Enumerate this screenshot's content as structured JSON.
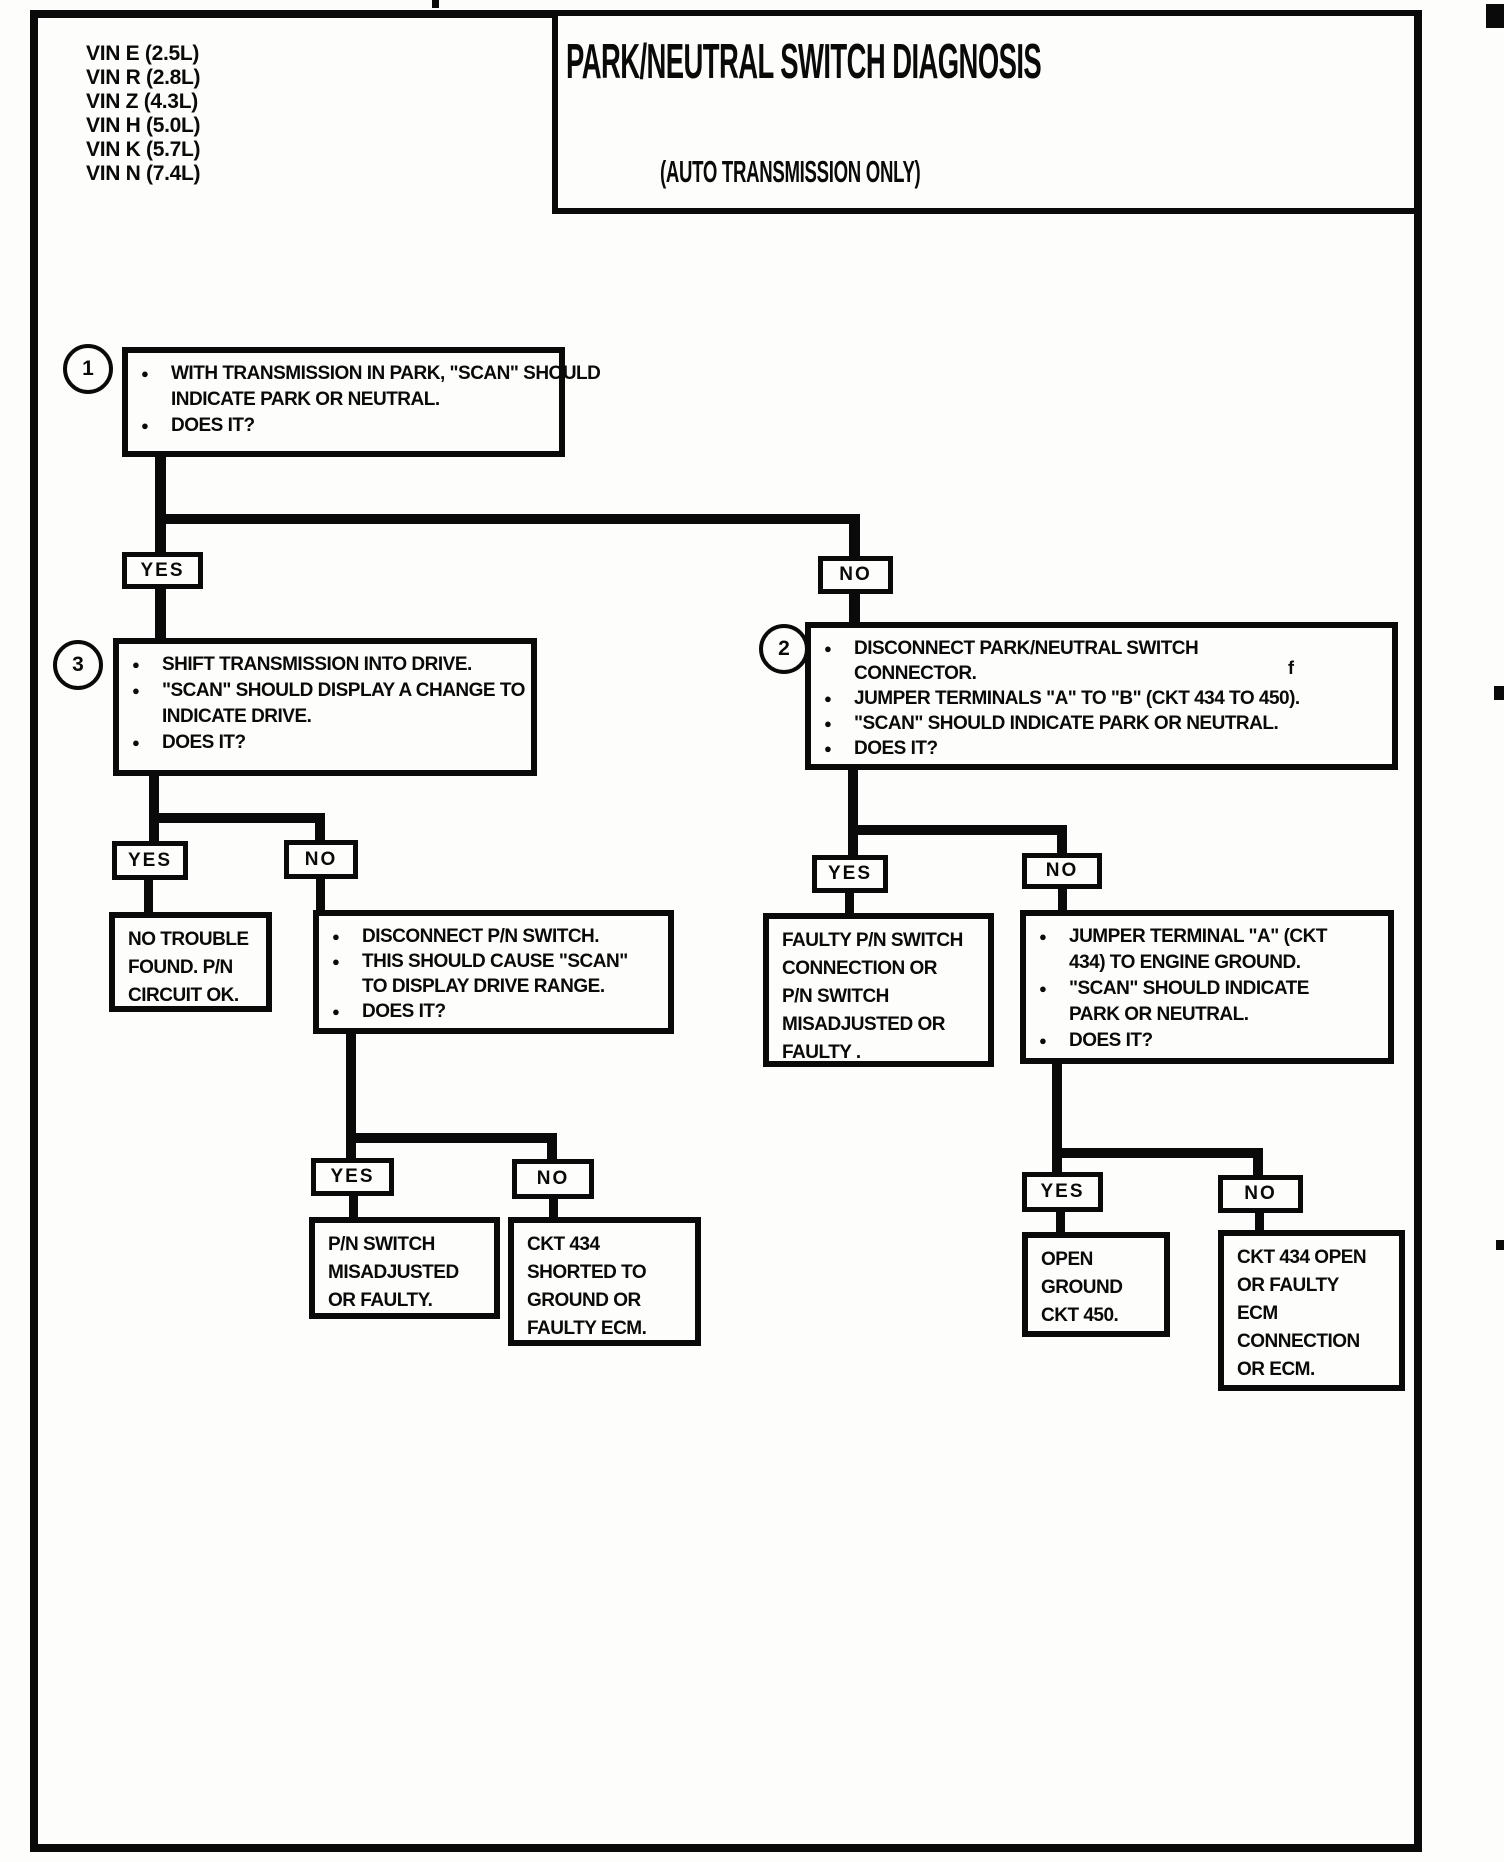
{
  "header": {
    "title": "PARK/NEUTRAL SWITCH DIAGNOSIS",
    "subtitle": "(AUTO TRANSMISSION ONLY)",
    "vin_list": [
      "VIN E (2.5L)",
      "VIN R (2.8L)",
      "VIN Z (4.3L)",
      "VIN H (5.0L)",
      "VIN K (5.7L)",
      "VIN N (7.4L)"
    ]
  },
  "labels": {
    "yes": "YES",
    "no": "NO"
  },
  "steps": {
    "step1": {
      "num": "1",
      "lines": [
        {
          "text": "WITH TRANSMISSION IN PARK, \"SCAN\" SHOULD"
        },
        {
          "text": "INDICATE PARK OR NEUTRAL."
        },
        {
          "text": "DOES IT?"
        }
      ]
    },
    "step3": {
      "num": "3",
      "lines": [
        {
          "text": "SHIFT TRANSMISSION INTO DRIVE."
        },
        {
          "text": "\"SCAN\" SHOULD DISPLAY A CHANGE TO"
        },
        {
          "text": "INDICATE DRIVE."
        },
        {
          "text": "DOES IT?"
        }
      ]
    },
    "step2": {
      "num": "2",
      "lines": [
        {
          "text": "DISCONNECT PARK/NEUTRAL SWITCH"
        },
        {
          "text": "CONNECTOR."
        },
        {
          "text": "JUMPER TERMINALS \"A\" TO \"B\" (CKT 434 TO 450)."
        },
        {
          "text": "\"SCAN\" SHOULD INDICATE PARK OR NEUTRAL."
        },
        {
          "text": "DOES IT?"
        }
      ]
    },
    "disconnect_pn": {
      "lines": [
        {
          "text": "DISCONNECT P/N SWITCH."
        },
        {
          "text": "THIS SHOULD CAUSE \"SCAN\""
        },
        {
          "text": "TO DISPLAY DRIVE RANGE."
        },
        {
          "text": "DOES IT?"
        }
      ]
    },
    "jumper_ground": {
      "lines": [
        {
          "text": "JUMPER TERMINAL \"A\" (CKT"
        },
        {
          "text": "434) TO ENGINE GROUND."
        },
        {
          "text": "\"SCAN\" SHOULD INDICATE"
        },
        {
          "text": "PARK OR NEUTRAL."
        },
        {
          "text": "DOES IT?"
        }
      ]
    }
  },
  "results": {
    "no_trouble": {
      "lines": [
        "NO TROUBLE",
        "FOUND.  P/N",
        "CIRCUIT OK."
      ]
    },
    "pn_misadjusted": {
      "lines": [
        "P/N SWITCH",
        "MISADJUSTED",
        "OR FAULTY."
      ]
    },
    "ckt434_shorted": {
      "lines": [
        "CKT 434",
        "SHORTED TO",
        "GROUND OR",
        "FAULTY ECM."
      ]
    },
    "faulty_pn_connection": {
      "lines": [
        "FAULTY P/N SWITCH",
        "CONNECTION OR",
        "P/N SWITCH",
        "MISADJUSTED OR",
        "FAULTY ."
      ]
    },
    "open_ground": {
      "lines": [
        "OPEN",
        "GROUND",
        "CKT 450."
      ]
    },
    "ckt434_open": {
      "lines": [
        "CKT 434 OPEN",
        "OR FAULTY",
        "ECM",
        "CONNECTION",
        "OR ECM."
      ]
    }
  },
  "artifacts": {
    "stray_text": "f"
  }
}
